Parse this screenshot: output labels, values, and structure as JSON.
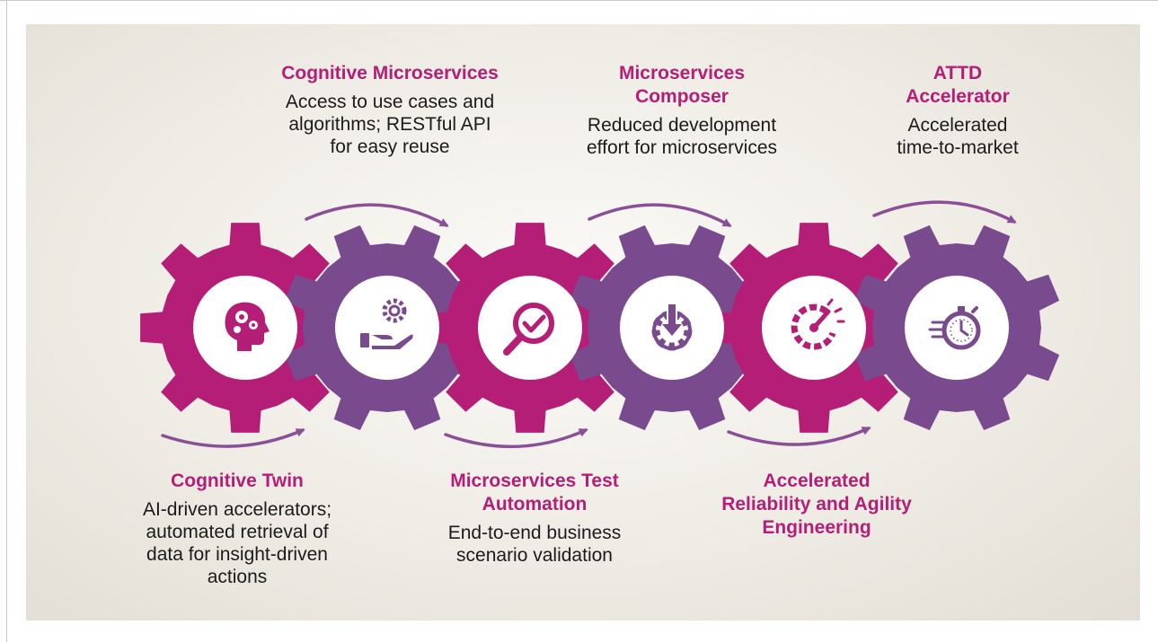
{
  "colors": {
    "magenta": "#b41e76",
    "purple": "#7a4a8e",
    "arrow": "#8a4f96",
    "text": "#1b1b1b"
  },
  "steps": [
    {
      "title": "Cognitive Twin",
      "desc": "AI-driven accelerators;\nautomated retrieval of\ndata for insight-driven\nactions",
      "icon": "head-gears-icon",
      "gear_color": "magenta"
    },
    {
      "title": "Cognitive Microservices",
      "desc": "Access to use cases and\nalgorithms; RESTful API\nfor easy reuse",
      "icon": "hand-gear-icon",
      "gear_color": "purple"
    },
    {
      "title": "Microservices Test\nAutomation",
      "desc": "End-to-end business\nscenario validation",
      "icon": "magnifier-check-icon",
      "gear_color": "magenta"
    },
    {
      "title": "Microservices\nComposer",
      "desc": "Reduced development\neffort for microservices",
      "icon": "gear-download-icon",
      "gear_color": "purple"
    },
    {
      "title": "Accelerated\nReliability and Agility\nEngineering",
      "desc": "",
      "icon": "gauge-icon",
      "gear_color": "magenta"
    },
    {
      "title": "ATTD\nAccelerator",
      "desc": "Accelerated\ntime-to-market",
      "icon": "stopwatch-icon",
      "gear_color": "purple"
    }
  ]
}
